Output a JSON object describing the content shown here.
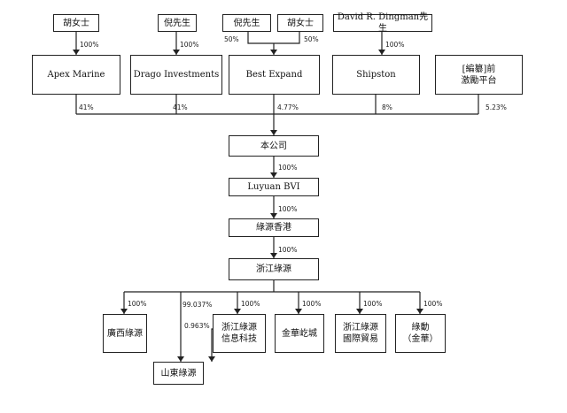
{
  "nodes": {
    "hu1": "胡女士",
    "ni1": "倪先生",
    "ni2": "倪先生",
    "hu2": "胡女士",
    "dingman": "David R. Dingman先生",
    "apex": "Apex Marine",
    "drago": "Drago Investments",
    "best": "Best Expand",
    "shipston": "Shipston",
    "incentive": "[編纂]前\n激勵平台",
    "company": "本公司",
    "luyuan_bvi": "Luyuan BVI",
    "luyuan_hk": "綠源香港",
    "zj_luyuan": "浙江綠源",
    "guangxi": "廣西綠源",
    "zj_info": "浙江綠源\n信息科技",
    "jinhua": "金華屹城",
    "zj_trade": "浙江綠源\n國際貿易",
    "lvdong": "綠動\n（金華）",
    "shandong": "山東綠源"
  },
  "percentages": {
    "hu1_apex": "100%",
    "ni1_drago": "100%",
    "ni2_best": "50%",
    "hu2_best": "50%",
    "dingman_shipston": "100%",
    "apex_co": "41%",
    "drago_co": "41%",
    "best_co": "4.77%",
    "shipston_co": "8%",
    "incentive_co": "5.23%",
    "co_bvi": "100%",
    "bvi_hk": "100%",
    "hk_zj": "100%",
    "zj_guangxi": "100%",
    "zj_shandong": "99.037%",
    "info_shandong": "0.963%",
    "zj_info": "100%",
    "zj_jinhua": "100%",
    "zj_trade": "100%",
    "zj_lvdong": "100%"
  }
}
